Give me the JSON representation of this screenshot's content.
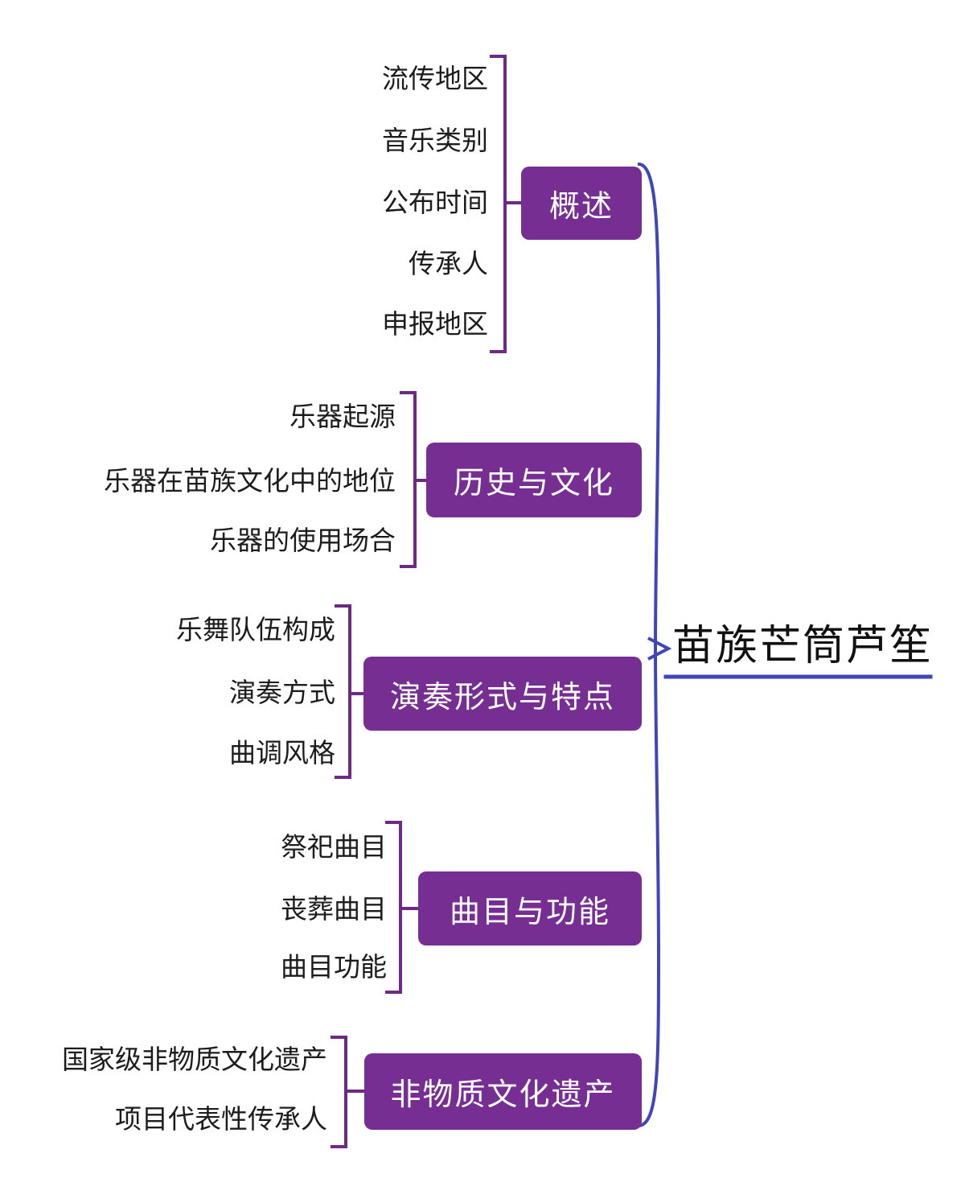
{
  "title": "苗族芒筒芦笙",
  "colors": {
    "background": "#FFFFFF",
    "branch_fill": "#762E92",
    "branch_text": "#FFFFFF",
    "bracket_stroke": "#6C2A84",
    "root_link": "#3E46B8",
    "text": "#1C1C1C"
  },
  "mindmap": {
    "root": {
      "label": "苗族芒筒芦笙"
    },
    "branches": [
      {
        "label": "概述",
        "children": [
          "流传地区",
          "音乐类别",
          "公布时间",
          "传承人",
          "申报地区"
        ]
      },
      {
        "label": "历史与文化",
        "children": [
          "乐器起源",
          "乐器在苗族文化中的地位",
          "乐器的使用场合"
        ]
      },
      {
        "label": "演奏形式与特点",
        "children": [
          "乐舞队伍构成",
          "演奏方式",
          "曲调风格"
        ]
      },
      {
        "label": "曲目与功能",
        "children": [
          "祭祀曲目",
          "丧葬曲目",
          "曲目功能"
        ]
      },
      {
        "label": "非物质文化遗产",
        "children": [
          "国家级非物质文化遗产",
          "项目代表性传承人"
        ]
      }
    ]
  }
}
